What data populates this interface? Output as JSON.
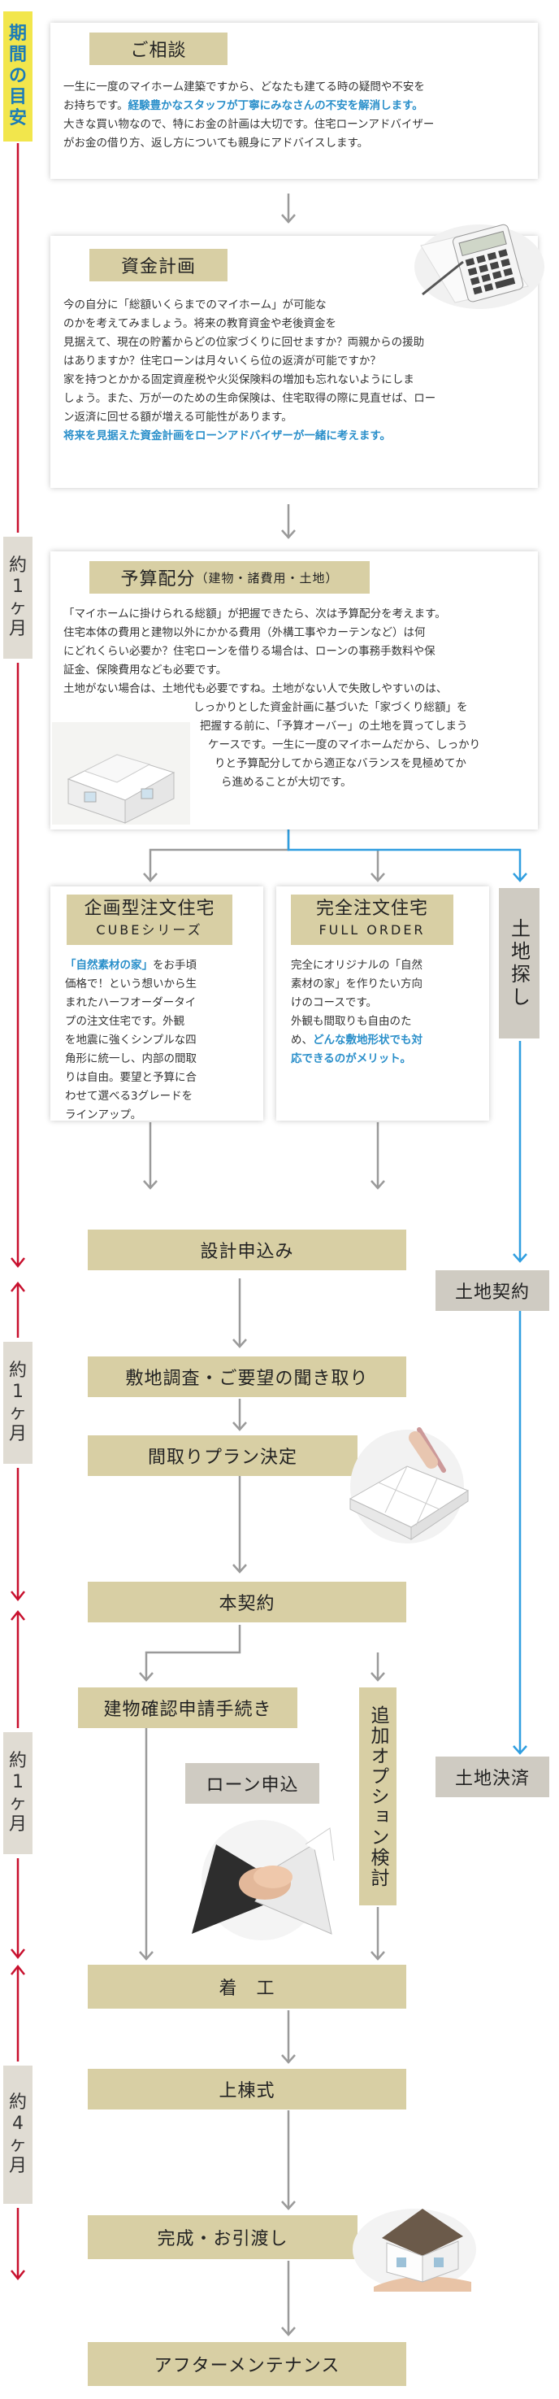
{
  "period_labels": {
    "header": [
      "期",
      "間",
      "の",
      "目",
      "安"
    ],
    "p1": [
      "約",
      "1",
      "ヶ",
      "月"
    ],
    "p2": [
      "約",
      "1",
      "ヶ",
      "月"
    ],
    "p3": [
      "約",
      "1",
      "ヶ",
      "月"
    ],
    "p4": [
      "約",
      "4",
      "ヶ",
      "月"
    ]
  },
  "consult": {
    "title": "ご相談",
    "l1": "一生に一度のマイホーム建築ですから、どなたも建てる時の疑問や不安を",
    "l2a": "お持ちです。",
    "l2b": "経験豊かなスタッフが丁寧にみなさんの不安を解消します。",
    "l3": "大きな買い物なので、特にお金の計画は大切です。住宅ローンアドバイザー",
    "l4": "がお金の借り方、返し方についても親身にアドバイスします。"
  },
  "funding": {
    "title": "資金計画",
    "lines": [
      "今の自分に「総額いくらまでのマイホーム」が可能な",
      "のかを考えてみましょう。将来の教育資金や老後資金を",
      "見据えて、現在の貯蓄からどの位家づくりに回せますか？両親からの援助",
      "はありますか？住宅ローンは月々いくら位の返済が可能ですか？",
      "家を持つとかかる固定資産税や火災保険料の増加も忘れないようにしま",
      "しょう。また、万が一のための生命保険は、住宅取得の際に見直せば、ロー",
      "ン返済に回せる額が増える可能性があります。"
    ],
    "highlight": "将来を見据えた資金計画をローンアドバイザーが一緒に考えます。"
  },
  "budget": {
    "title": "予算配分",
    "subtitle": "（建物・諸費用・土地）",
    "lines": [
      "「マイホームに掛けられる総額」が把握できたら、次は予算配分を考えます。",
      "住宅本体の費用と建物以外にかかる費用（外構工事やカーテンなど）は何",
      "にどれくらい必要か？住宅ローンを借りる場合は、ローンの事務手数料や保",
      "証金、保険費用なども必要です。",
      "土地がない場合は、土地代も必要ですね。土地がない人で失敗しやすいのは、"
    ],
    "indented": [
      "しっかりとした資金計画に基づいた「家づくり総額」を",
      "把握する前に、「予算オーバー」の土地を買ってしまう",
      "ケースです。一生に一度のマイホームだから、しっかり",
      "りと予算配分してから適正なバランスを見極めてか",
      "ら進めることが大切です。"
    ]
  },
  "cube": {
    "title": "企画型注文住宅",
    "subtitle": "CUBEシリーズ",
    "l1a": "「自然素材の家」",
    "l1b": "をお手頃",
    "lines": [
      "価格で！という想いから生",
      "まれたハーフオーダータイ",
      "プの注文住宅です。外観",
      "を地震に強くシンプルな四",
      "角形に統一し、内部の間取",
      "りは自由。要望と予算に合",
      "わせて選べる3グレードを",
      "ラインアップ。"
    ]
  },
  "full": {
    "title": "完全注文住宅",
    "subtitle": "FULL ORDER",
    "lines": [
      "完全にオリジナルの「自然",
      "素材の家」を作りたい方向",
      "けのコースです。",
      "外観も間取りも自由のた"
    ],
    "h1a": "め、",
    "h1b": "どんな敷地形状でも対",
    "h2": "応できるのがメリット。"
  },
  "steps": {
    "land_search": "土地探し",
    "design_apply": "設計申込み",
    "land_contract": "土地契約",
    "survey": "敷地調査・ご要望の聞き取り",
    "plan": "間取りプラン決定",
    "main_contract": "本契約",
    "permit": "建物確認申請手続き",
    "option": "追加オプション検討",
    "loan": "ローン申込",
    "land_settle": "土地決済",
    "start": "着　工",
    "framing": "上棟式",
    "handover": "完成・お引渡し",
    "aftercare": "アフターメンテナンス"
  },
  "colors": {
    "arrow_grey": "#9a9a9a",
    "arrow_blue": "#2f9ee0",
    "period_red": "#c8102e",
    "highlight_blue": "#2a8fca",
    "tape": "#d8cfa4",
    "period_yellow": "#f2e64c"
  }
}
